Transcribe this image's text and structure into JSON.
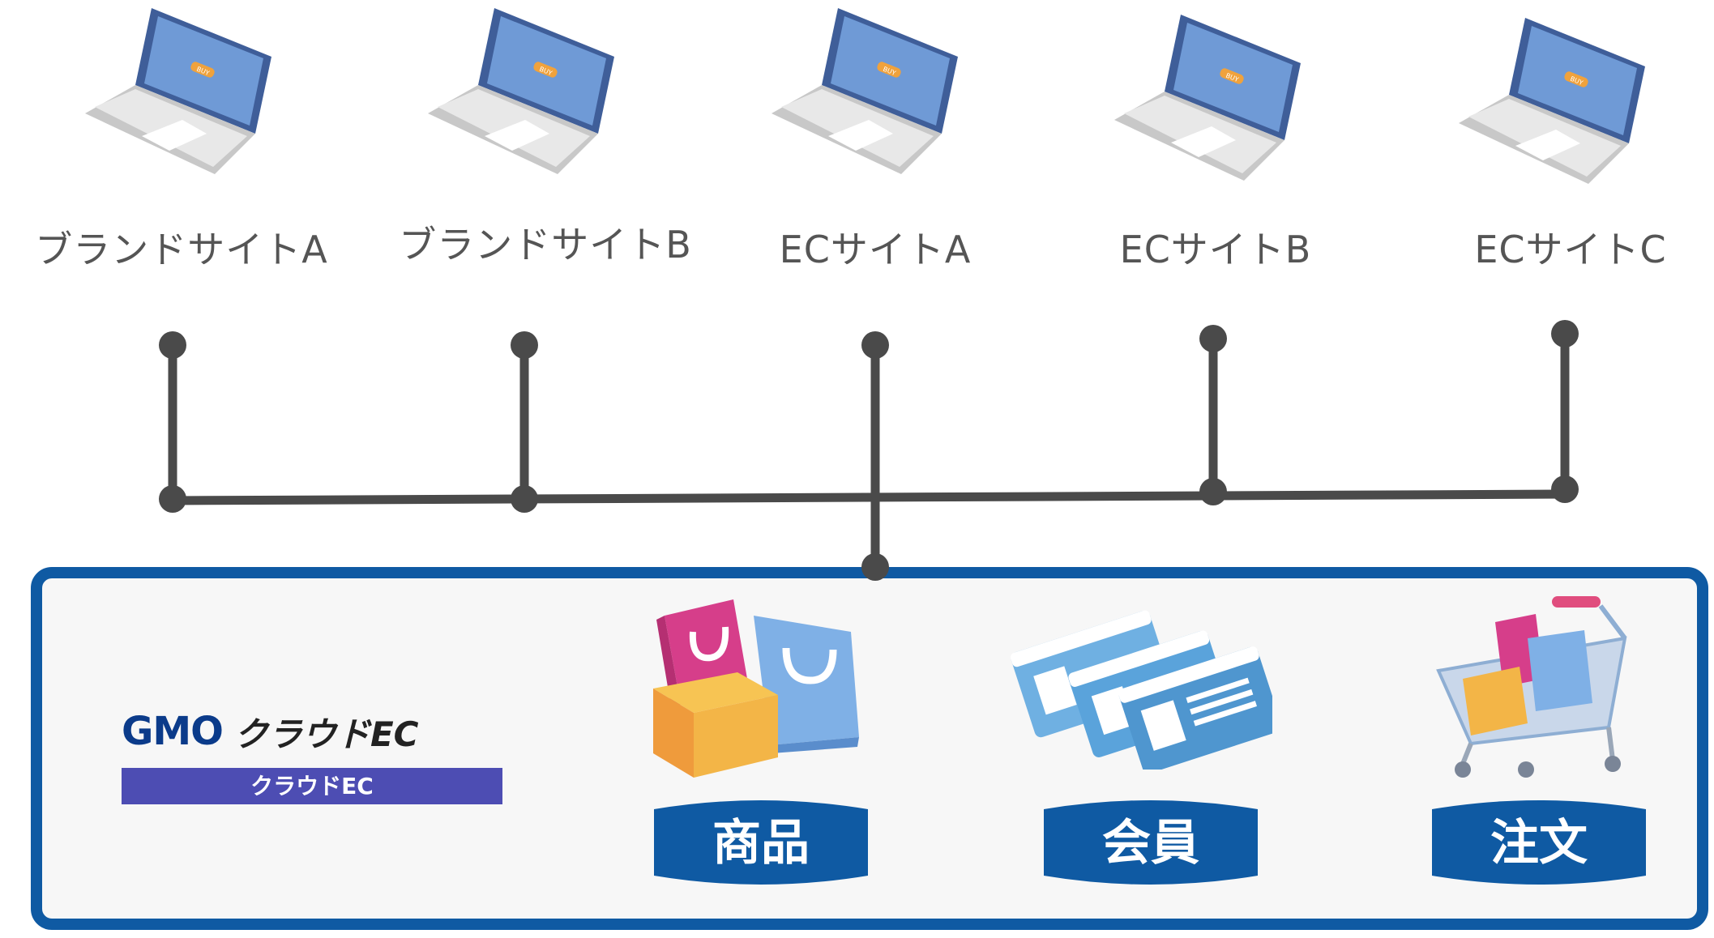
{
  "sites": [
    {
      "label": "ブランドサイトA"
    },
    {
      "label": "ブランドサイトB"
    },
    {
      "label": "ECサイトA"
    },
    {
      "label": "ECサイトB"
    },
    {
      "label": "ECサイトC"
    }
  ],
  "laptop_screen_text": "BUY",
  "platform": {
    "logo_main": "GMO",
    "logo_main_suffix": "クラウドEC",
    "logo_caption": "クラウドEC",
    "categories": [
      {
        "label": "商品",
        "icon": "shopping-bags-boxes-icon"
      },
      {
        "label": "会員",
        "icon": "member-cards-icon"
      },
      {
        "label": "注文",
        "icon": "shopping-cart-icon"
      }
    ]
  },
  "colors": {
    "panel_border": "#0f5aa3",
    "drum_fill": "#0f5aa3",
    "connector": "#4a4a4a",
    "logo_bar": "#4d4db3"
  }
}
